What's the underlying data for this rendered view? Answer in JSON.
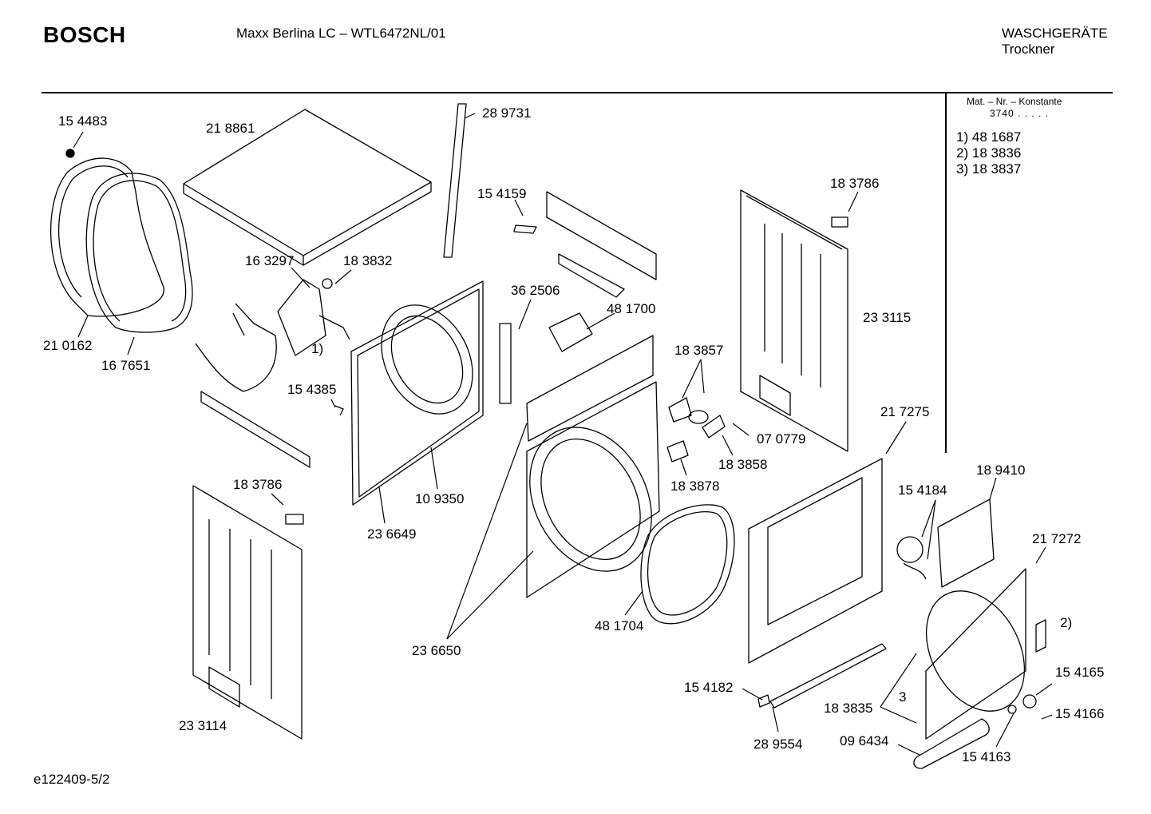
{
  "header": {
    "brand": "BOSCH",
    "model": "Maxx Berlina LC – WTL6472NL/01",
    "category_line1": "WASCHGERÄTE",
    "category_line2": "Trockner"
  },
  "material_box": {
    "heading": "Mat. – Nr. – Konstante",
    "constant": "3740 . . . . .",
    "items": [
      {
        "key": "1)",
        "value": "48 1687"
      },
      {
        "key": "2)",
        "value": "18 3836"
      },
      {
        "key": "3)",
        "value": "18 3837"
      }
    ]
  },
  "part_labels": {
    "p154483": "15 4483",
    "p218861": "21 8861",
    "p289731": "28 9731",
    "p154159": "15 4159",
    "p183786a": "18 3786",
    "p163297": "16 3297",
    "p183832": "18 3832",
    "p362506": "36 2506",
    "p481700": "48 1700",
    "p233115": "23 3115",
    "p210162": "21 0162",
    "p167651": "16 7651",
    "ref1": "1)",
    "p183857": "18 3857",
    "p154385": "15 4385",
    "p070779": "07 0779",
    "p217275": "21 7275",
    "p183858": "18 3858",
    "p183878": "18 3878",
    "p189410": "18 9410",
    "p183786b": "18 3786",
    "p109350": "10 9350",
    "p154184": "15 4184",
    "p236649": "23 6649",
    "p217272": "21 7272",
    "ref2": "2)",
    "p481704": "48 1704",
    "p236650": "23 6650",
    "p154165": "15 4165",
    "p154182": "15 4182",
    "ref3": "3",
    "p183835": "18 3835",
    "p154166": "15 4166",
    "p233114": "23 3114",
    "p289554": "28 9554",
    "p096434": "09 6434",
    "p154163": "15 4163"
  },
  "footer": {
    "code": "e122409-5/2"
  }
}
